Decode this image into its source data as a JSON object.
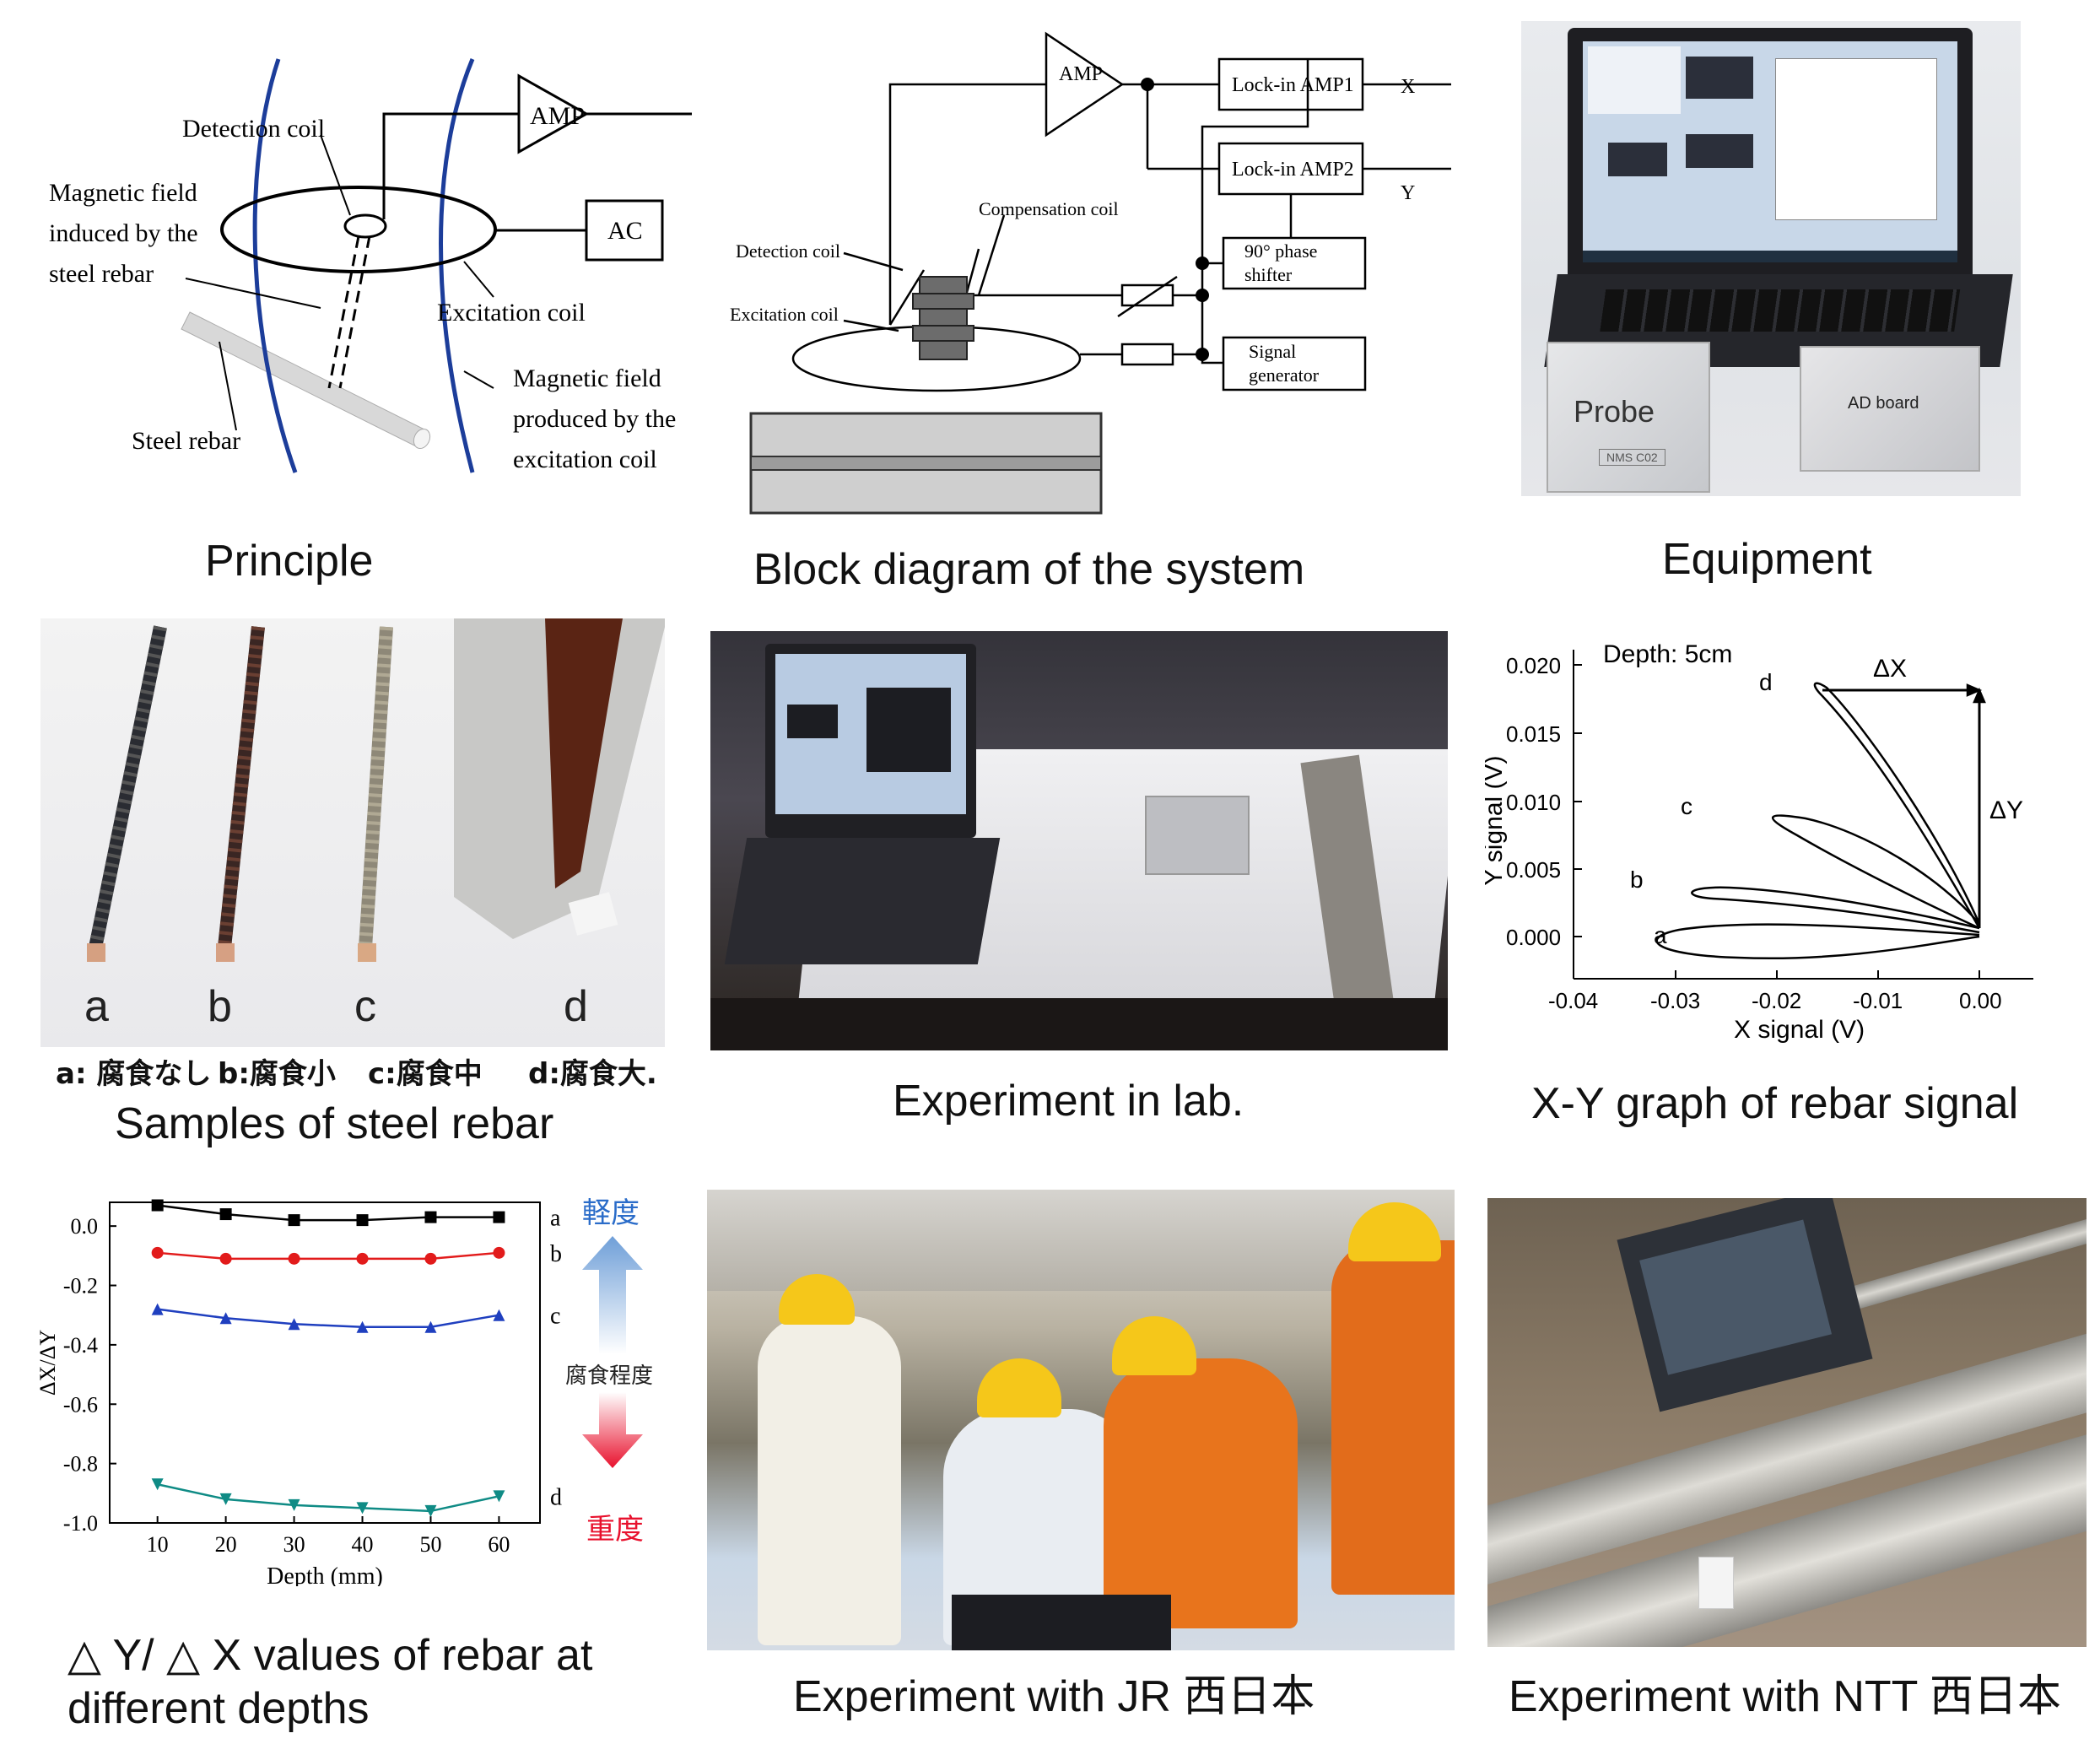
{
  "principle": {
    "caption": "Principle",
    "labels": {
      "detection_coil": "Detection coil",
      "amp": "AMP",
      "ac": "AC",
      "field_rebar": [
        "Magnetic field",
        "induced by the",
        "steel rebar"
      ],
      "excitation_coil": "Excitation coil",
      "field_excitation": [
        "Magnetic field",
        "produced by the",
        "excitation coil"
      ],
      "steel_rebar": "Steel rebar"
    }
  },
  "block": {
    "caption": "Block diagram of the system",
    "labels": {
      "amp": "AMP",
      "lockin1": "Lock-in AMP1",
      "lockin2": "Lock-in AMP2",
      "x_out": "X",
      "y_out": "Y",
      "compensation_coil": "Compensation coil",
      "detection_coil": "Detection coil",
      "excitation_coil": "Excitation coil",
      "phase_shifter": [
        "90° phase",
        "shifter"
      ],
      "signal_generator": [
        "Signal",
        "generator"
      ]
    }
  },
  "equipment": {
    "caption": "Equipment",
    "probe_label": "Probe",
    "probe_tag": "NMS C02",
    "board_label": "AD board"
  },
  "samples": {
    "caption": "Samples of steel rebar",
    "letters": [
      "a",
      "b",
      "c",
      "d"
    ],
    "legend": [
      "a: 腐食なし",
      "b:腐食小",
      "c:腐食中",
      "d:腐食大."
    ]
  },
  "lab": {
    "caption": "Experiment in lab."
  },
  "xy_graph": {
    "caption": "X-Y graph of rebar signal",
    "annotation": "Depth: 5cm",
    "delta_x": "ΔX",
    "delta_y": "ΔY",
    "xlabel": "X signal (V)",
    "ylabel": "Y signal (V)",
    "xticks": [
      "-0.04",
      "-0.03",
      "-0.02",
      "-0.01",
      "0.00"
    ],
    "yticks": [
      "0.000",
      "0.005",
      "0.010",
      "0.015",
      "0.020"
    ],
    "series_labels": [
      "a",
      "b",
      "c",
      "d"
    ]
  },
  "ratio_chart": {
    "caption_lines": [
      "△ Y/ △ X values of rebar at",
      " different depths"
    ],
    "arrow_top": "軽度",
    "arrow_mid": "腐食程度",
    "arrow_bottom": "重度",
    "colors": {
      "up": "#2a6cc9",
      "down": "#e8112d"
    }
  },
  "jr": {
    "caption": "Experiment with JR 西日本"
  },
  "ntt": {
    "caption": "Experiment with NTT 西日本"
  },
  "chart_data": {
    "type": "line",
    "x": [
      10,
      20,
      30,
      40,
      50,
      60
    ],
    "xlabel": "Depth (mm)",
    "ylabel": "ΔX/ΔY",
    "xlim": [
      3,
      66
    ],
    "ylim": [
      -1.0,
      0.08
    ],
    "xticks": [
      10,
      20,
      30,
      40,
      50,
      60
    ],
    "yticks": [
      0.0,
      -0.2,
      -0.4,
      -0.6,
      -0.8,
      -1.0
    ],
    "ytick_labels": [
      "0.0",
      "-0.2",
      "-0.4",
      "-0.6",
      "-0.8",
      "-1.0"
    ],
    "series": [
      {
        "name": "a",
        "color": "#000000",
        "marker": "square",
        "values": [
          0.07,
          0.04,
          0.02,
          0.02,
          0.03,
          0.03
        ]
      },
      {
        "name": "b",
        "color": "#e21b1b",
        "marker": "circle",
        "values": [
          -0.09,
          -0.11,
          -0.11,
          -0.11,
          -0.11,
          -0.09
        ]
      },
      {
        "name": "c",
        "color": "#1f3fbf",
        "marker": "triangle",
        "values": [
          -0.28,
          -0.31,
          -0.33,
          -0.34,
          -0.34,
          -0.3
        ]
      },
      {
        "name": "d",
        "color": "#0f8b85",
        "marker": "triangle-down",
        "values": [
          -0.87,
          -0.92,
          -0.94,
          -0.95,
          -0.96,
          -0.91
        ]
      }
    ]
  }
}
